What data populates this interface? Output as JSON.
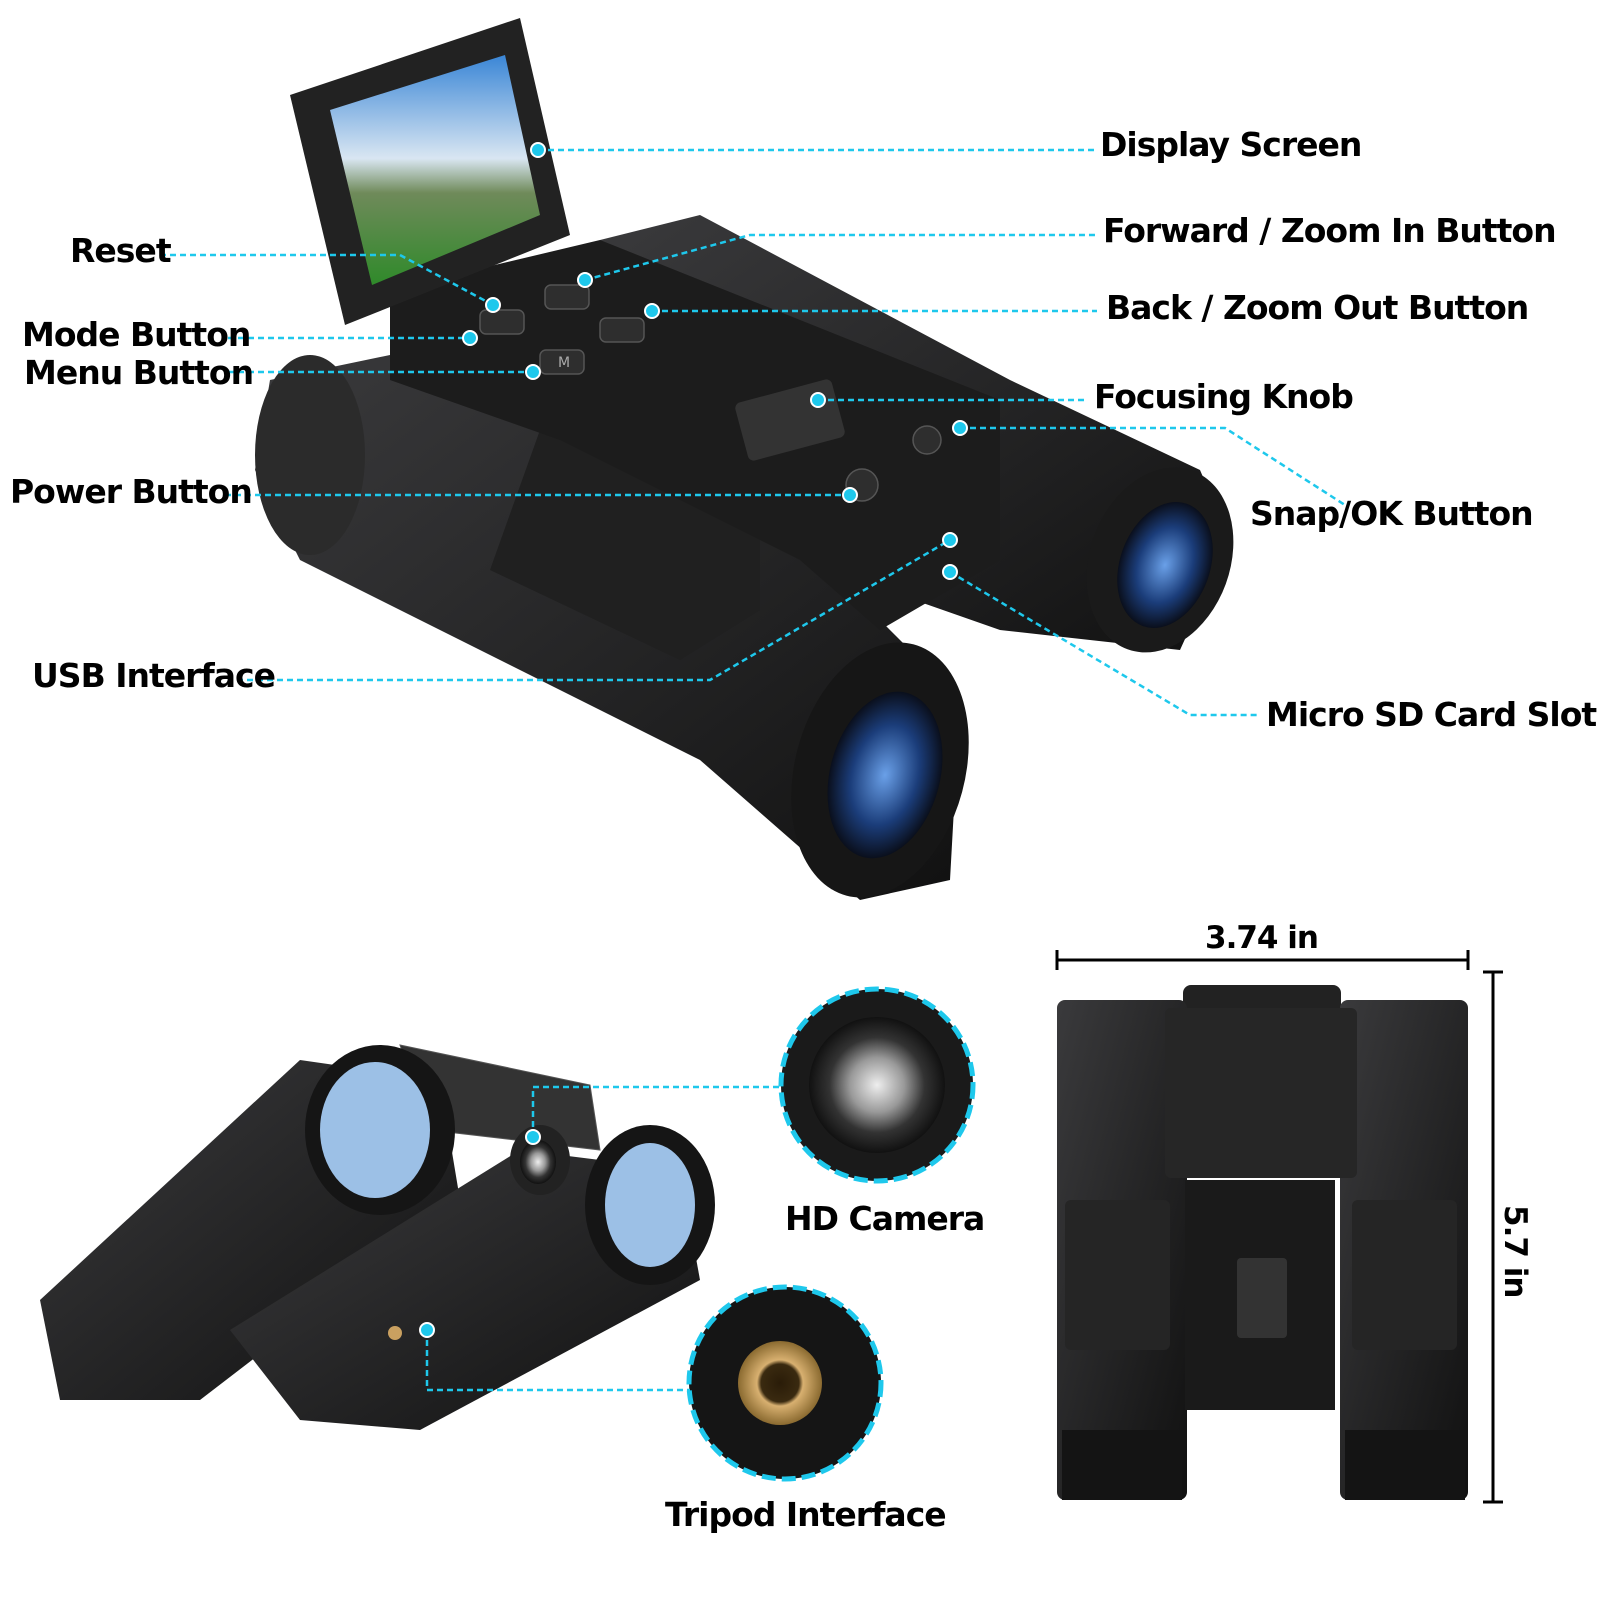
{
  "accent_color": "#1ec8ec",
  "labels": {
    "display_screen": "Display Screen",
    "forward_zoom_in": "Forward / Zoom In Button",
    "back_zoom_out": "Back / Zoom Out Button",
    "focusing_knob": "Focusing Knob",
    "snap_ok": "Snap/OK Button",
    "micro_sd": "Micro SD Card Slot",
    "reset": "Reset",
    "mode": "Mode Button",
    "menu": "Menu Button",
    "power": "Power Button",
    "usb": "USB Interface",
    "hd_camera": "HD Camera",
    "tripod": "Tripod Interface"
  },
  "dimensions": {
    "width": "3.74 in",
    "height": "5.7 in"
  },
  "button_glyphs": {
    "menu": "M"
  }
}
